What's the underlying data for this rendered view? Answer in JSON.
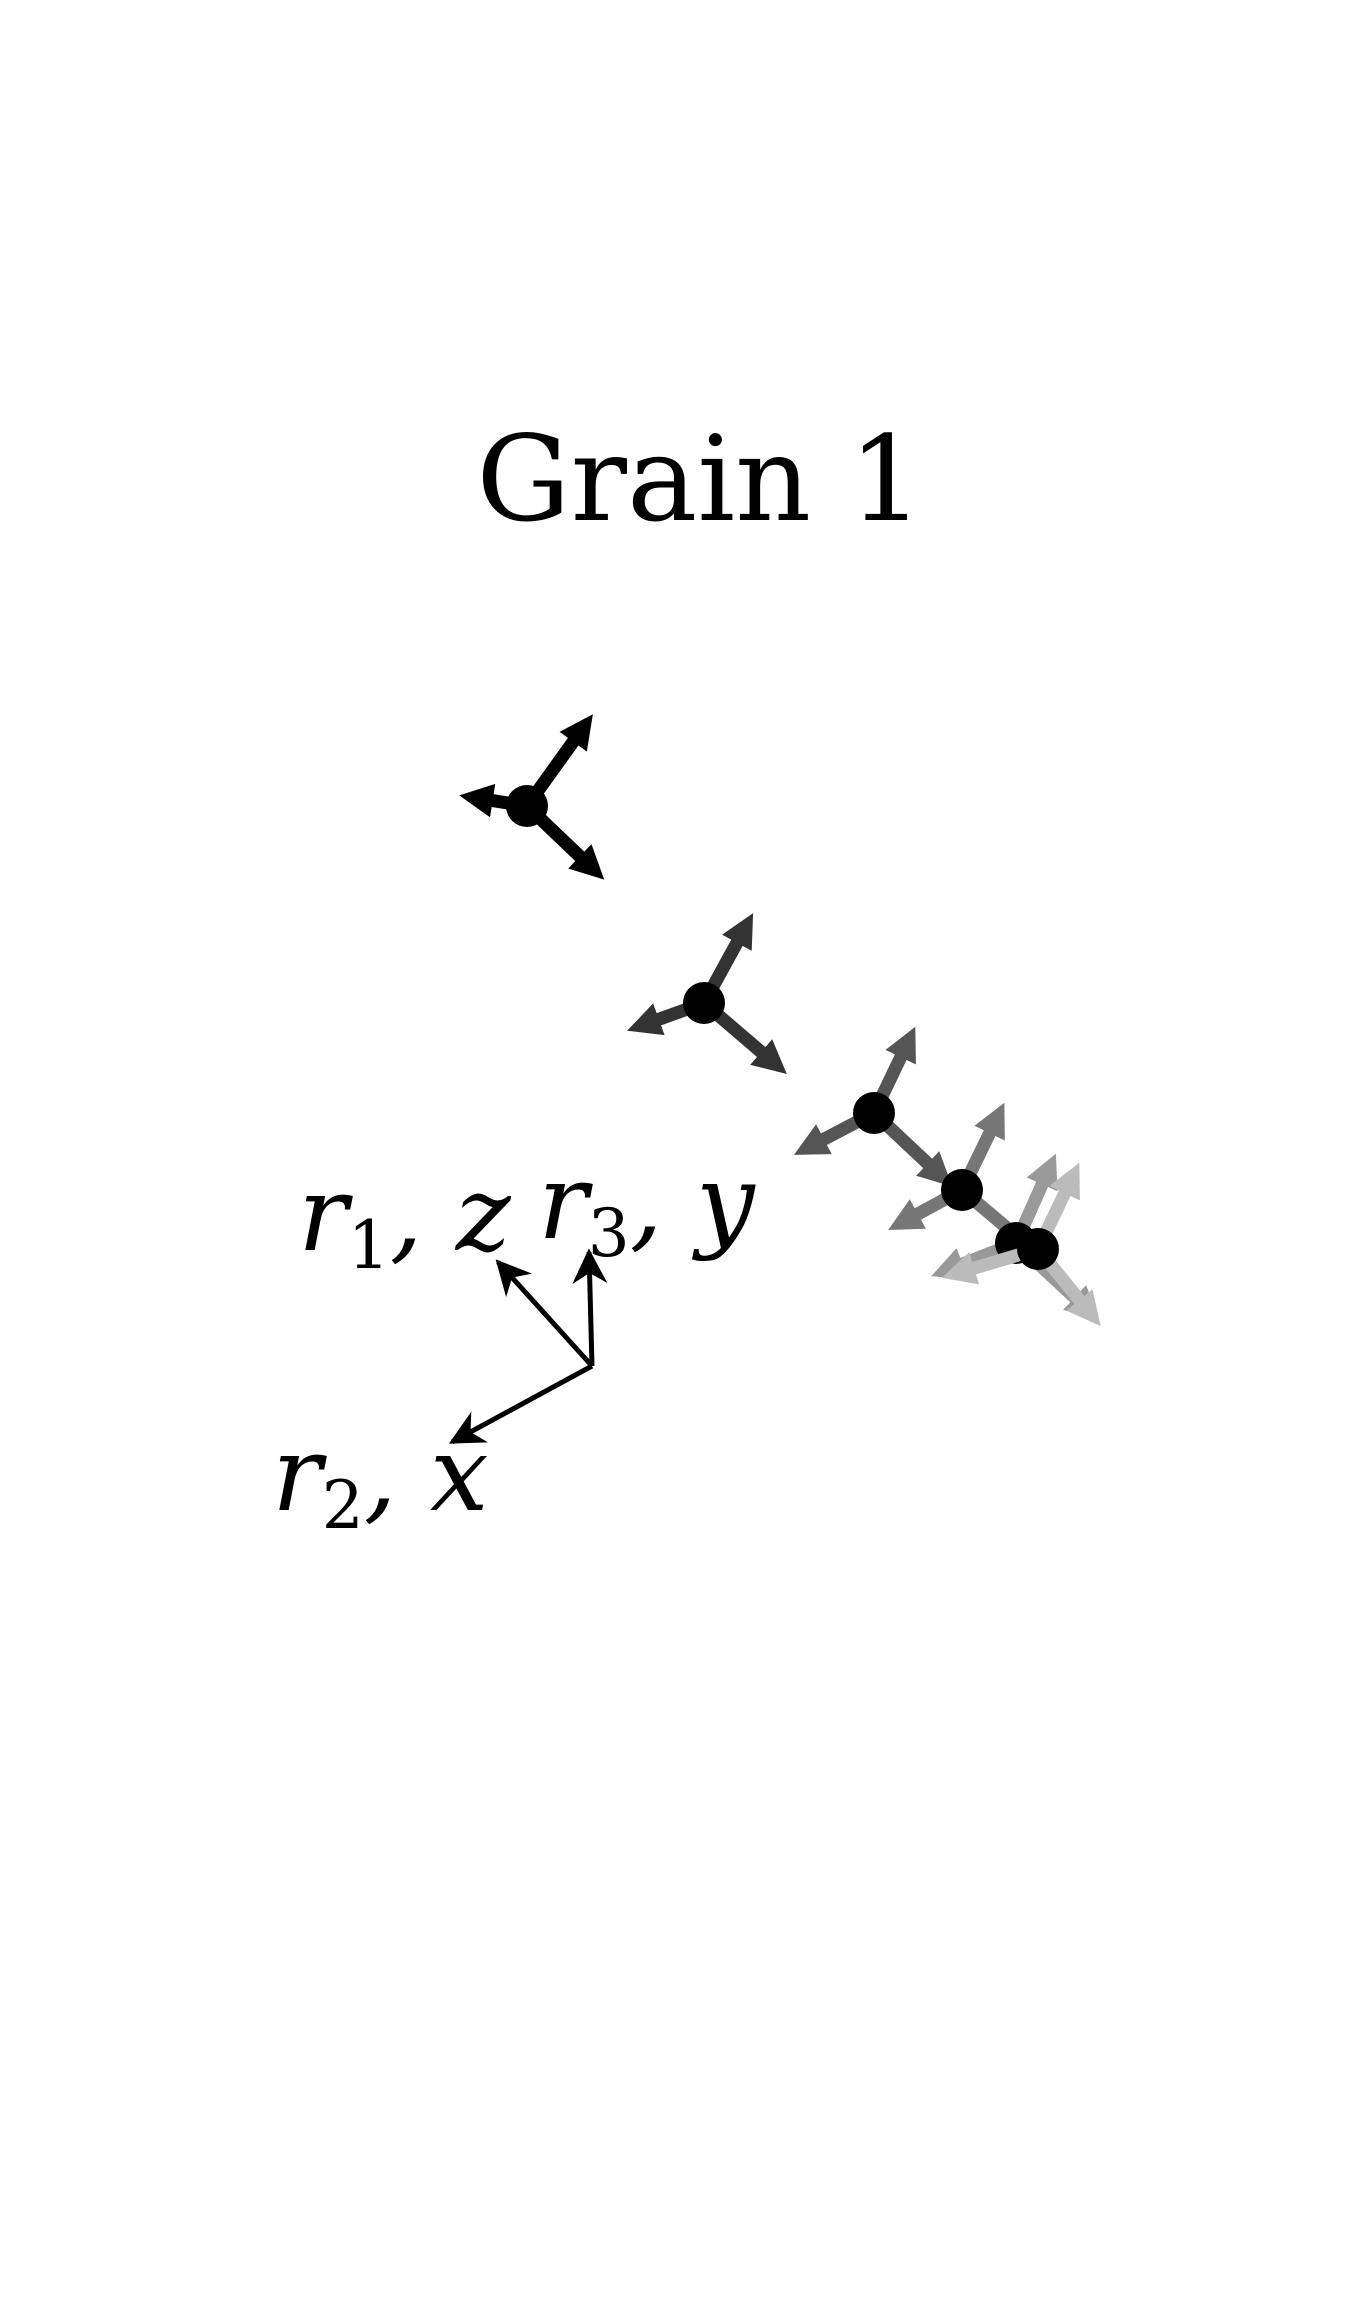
{
  "title": "Grain 1",
  "axes_labels": {
    "r1": {
      "main": "r",
      "sub": "1",
      "rest": ", z"
    },
    "r3": {
      "main": "r",
      "sub": "3",
      "rest": ", y"
    },
    "r2": {
      "main": "r",
      "sub": "2",
      "rest": ", x"
    }
  },
  "frames": [
    {
      "step": 1,
      "color": "#000000"
    },
    {
      "step": 2,
      "color": "#333333"
    },
    {
      "step": 3,
      "color": "#555555"
    },
    {
      "step": 4,
      "color": "#777777"
    },
    {
      "step": 5,
      "color": "#999999"
    },
    {
      "step": 6,
      "color": "#bbbbbb"
    }
  ],
  "colors": {
    "background": "#ffffff",
    "node": "#000000",
    "reference_axes": "#000000"
  }
}
